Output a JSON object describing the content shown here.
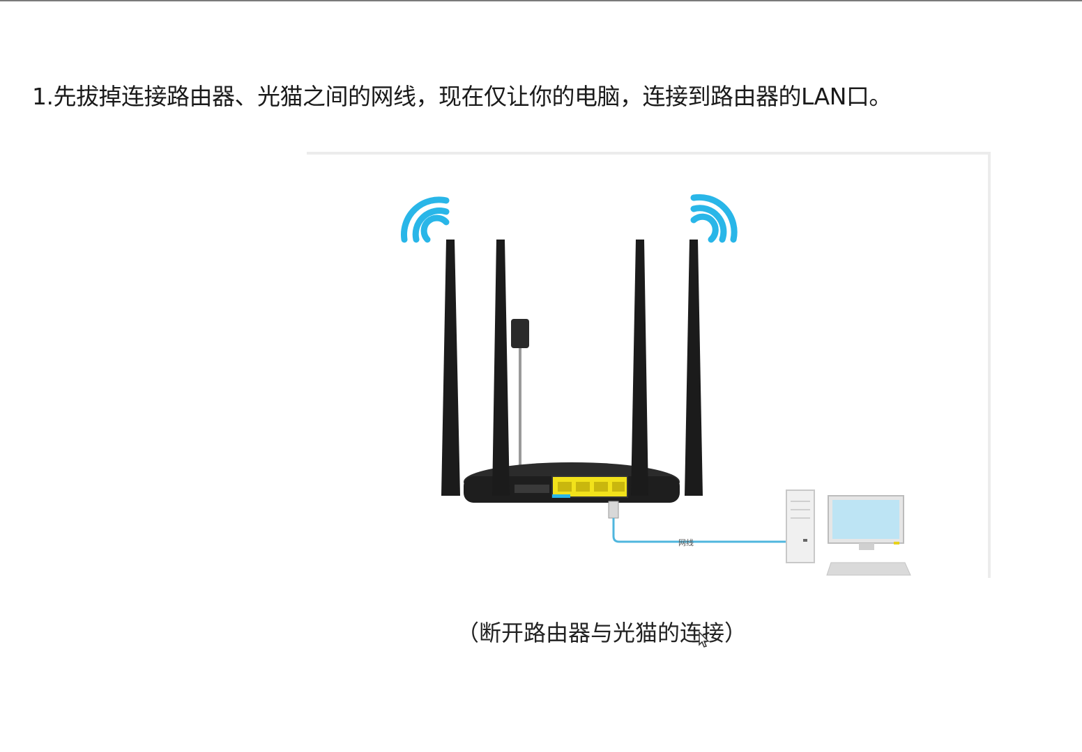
{
  "document": {
    "step_text": "1.先拔掉连接路由器、光猫之间的网线，现在仅让你的电脑，连接到路由器的LAN口。",
    "figure_caption": "（断开路由器与光猫的连接）",
    "cable_label": "网线"
  },
  "figure": {
    "icons": [
      "wifi-signal-icon",
      "router-icon",
      "power-adapter-icon",
      "ethernet-cable-icon",
      "desktop-pc-icon",
      "monitor-icon",
      "keyboard-icon"
    ],
    "colors": {
      "wifi": "#29b6e8",
      "cable": "#4fb6de",
      "router": "#1e1e1e",
      "lan_ports": "#f2e21b"
    }
  }
}
